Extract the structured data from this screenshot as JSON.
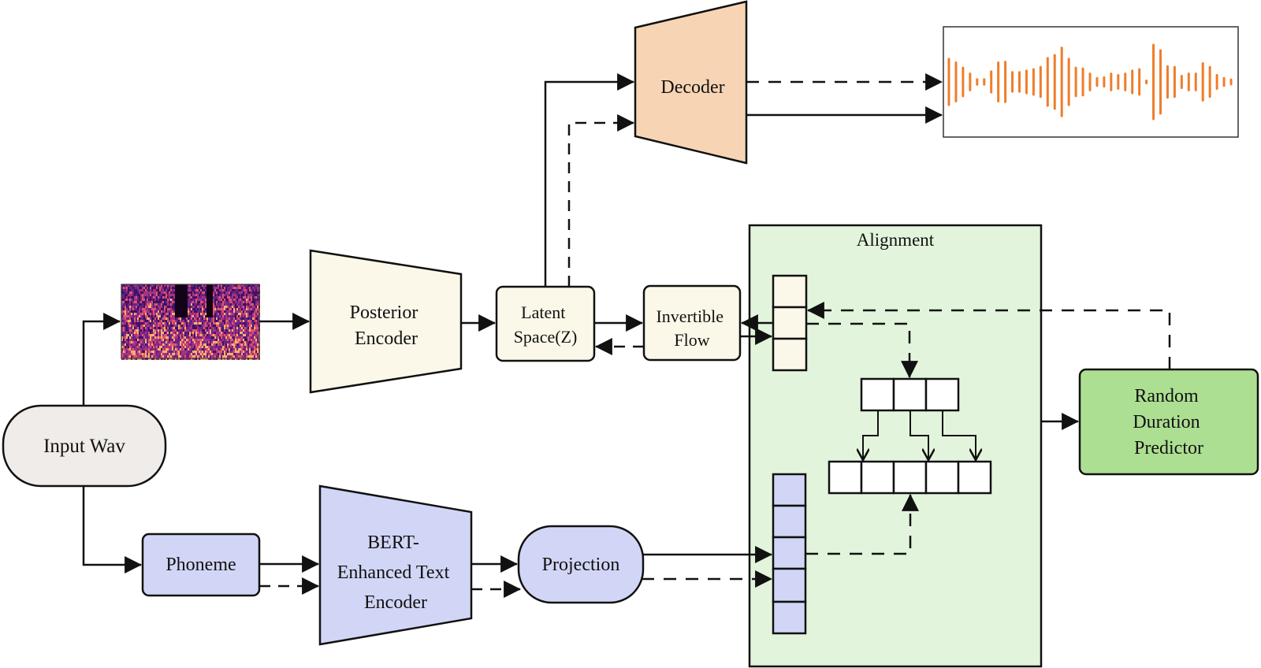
{
  "colors": {
    "decoder_fill": "#f7d5b4",
    "encoder_fill": "#fcf8e9",
    "text_module_fill": "#d2d6f6",
    "input_fill": "#efecea",
    "alignment_fill": "#e3f4dc",
    "duration_fill": "#addf93",
    "waveform": "#ef7d2a",
    "stroke": "#111111"
  },
  "nodes": {
    "input_wav": "Input Wav",
    "posterior_encoder": [
      "Posterior",
      "Encoder"
    ],
    "latent_space": [
      "Latent",
      "Space(Z)"
    ],
    "invertible_flow": [
      "Invertible",
      "Flow"
    ],
    "decoder": "Decoder",
    "alignment": "Alignment",
    "random_duration_predictor": [
      "Random",
      "Duration",
      "Predictor"
    ],
    "phoneme": "Phoneme",
    "bert_text_encoder": [
      "BERT-",
      "Enhanced Text",
      "Encoder"
    ],
    "projection": "Projection"
  },
  "icons": {
    "spectrogram": "mel-spectrogram-image",
    "waveform": "audio-waveform-image"
  },
  "waveform_amplitudes": [
    0.62,
    0.52,
    0.38,
    0.22,
    0.07,
    0.07,
    0.28,
    0.52,
    0.54,
    0.26,
    0.26,
    0.3,
    0.34,
    0.4,
    0.64,
    0.72,
    0.92,
    0.62,
    0.38,
    0.36,
    0.22,
    0.1,
    0.12,
    0.22,
    0.18,
    0.22,
    0.3,
    0.34,
    0.02,
    1.0,
    0.85,
    0.42,
    0.4,
    0.16,
    0.22,
    0.22,
    0.5,
    0.4,
    0.18,
    0.1,
    0.06
  ]
}
